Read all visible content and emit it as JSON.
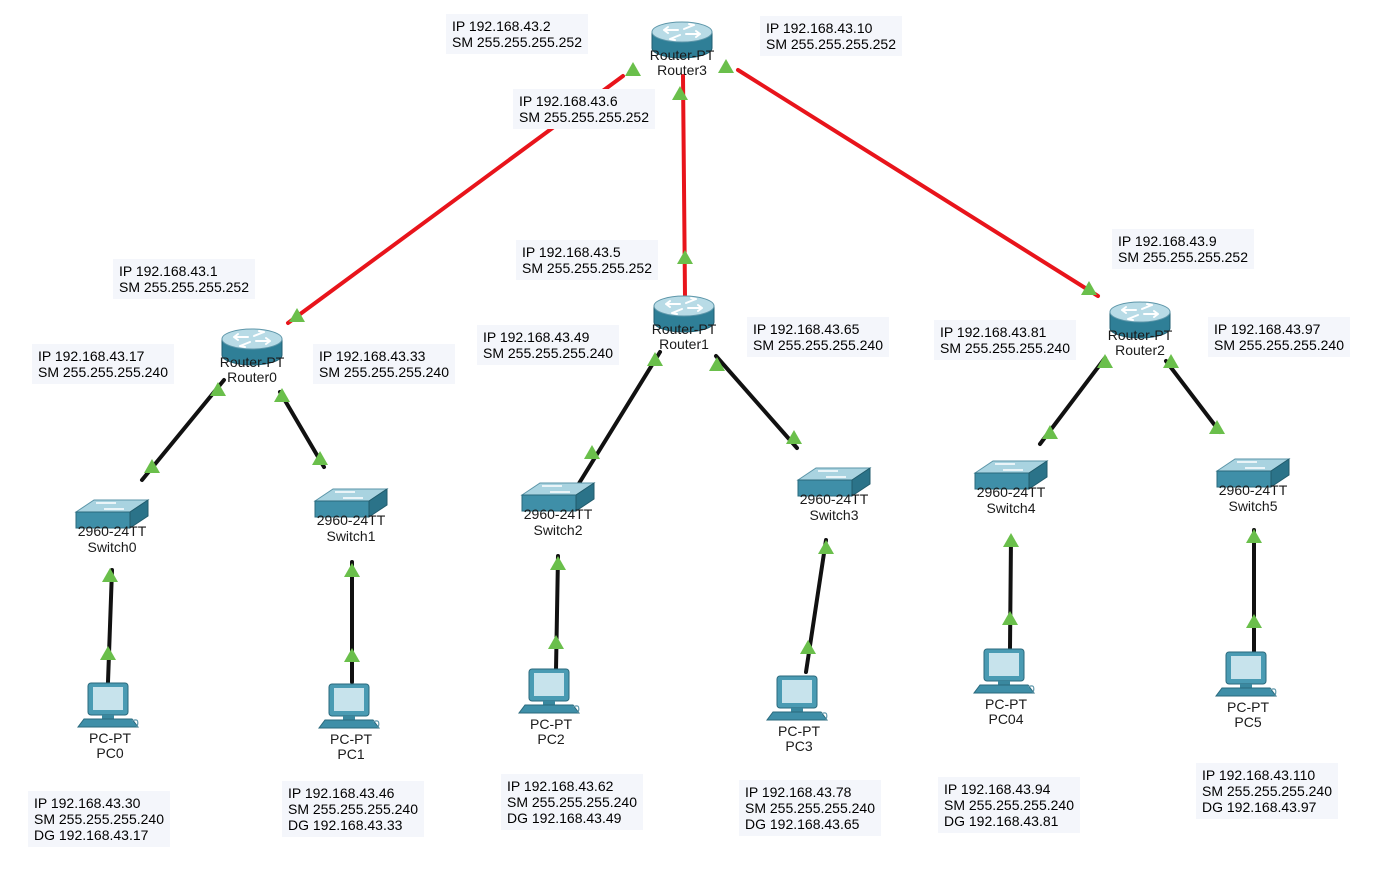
{
  "colors": {
    "serial_link": "#e8141b",
    "ethernet_link": "#111111",
    "port_up": "#6abf4b",
    "device_blue": "#3f8fa8"
  },
  "devices": [
    {
      "id": "router3",
      "kind": "router",
      "model": "Router-PT",
      "name": "Router3"
    },
    {
      "id": "router0",
      "kind": "router",
      "model": "Router-PT",
      "name": "Router0"
    },
    {
      "id": "router1",
      "kind": "router",
      "model": "Router-PT",
      "name": "Router1"
    },
    {
      "id": "router2",
      "kind": "router",
      "model": "Router-PT",
      "name": "Router2"
    },
    {
      "id": "switch0",
      "kind": "switch",
      "model": "2960-24TT",
      "name": "Switch0"
    },
    {
      "id": "switch1",
      "kind": "switch",
      "model": "2960-24TT",
      "name": "Switch1"
    },
    {
      "id": "switch2",
      "kind": "switch",
      "model": "2960-24TT",
      "name": "Switch2"
    },
    {
      "id": "switch3",
      "kind": "switch",
      "model": "2960-24TT",
      "name": "Switch3"
    },
    {
      "id": "switch4",
      "kind": "switch",
      "model": "2960-24TT",
      "name": "Switch4"
    },
    {
      "id": "switch5",
      "kind": "switch",
      "model": "2960-24TT",
      "name": "Switch5"
    },
    {
      "id": "pc0",
      "kind": "pc",
      "model": "PC-PT",
      "name": "PC0"
    },
    {
      "id": "pc1",
      "kind": "pc",
      "model": "PC-PT",
      "name": "PC1"
    },
    {
      "id": "pc2",
      "kind": "pc",
      "model": "PC-PT",
      "name": "PC2"
    },
    {
      "id": "pc3",
      "kind": "pc",
      "model": "PC-PT",
      "name": "PC3"
    },
    {
      "id": "pc04",
      "kind": "pc",
      "model": "PC-PT",
      "name": "PC04"
    },
    {
      "id": "pc5",
      "kind": "pc",
      "model": "PC-PT",
      "name": "PC5"
    }
  ],
  "links": [
    {
      "from": "router3",
      "to": "router0",
      "type": "serial"
    },
    {
      "from": "router3",
      "to": "router1",
      "type": "serial"
    },
    {
      "from": "router3",
      "to": "router2",
      "type": "serial"
    },
    {
      "from": "router0",
      "to": "switch0",
      "type": "ethernet"
    },
    {
      "from": "router0",
      "to": "switch1",
      "type": "ethernet"
    },
    {
      "from": "router1",
      "to": "switch2",
      "type": "ethernet"
    },
    {
      "from": "router1",
      "to": "switch3",
      "type": "ethernet"
    },
    {
      "from": "router2",
      "to": "switch4",
      "type": "ethernet"
    },
    {
      "from": "router2",
      "to": "switch5",
      "type": "ethernet"
    },
    {
      "from": "switch0",
      "to": "pc0",
      "type": "ethernet"
    },
    {
      "from": "switch1",
      "to": "pc1",
      "type": "ethernet"
    },
    {
      "from": "switch2",
      "to": "pc2",
      "type": "ethernet"
    },
    {
      "from": "switch3",
      "to": "pc3",
      "type": "ethernet"
    },
    {
      "from": "switch4",
      "to": "pc04",
      "type": "ethernet"
    },
    {
      "from": "switch5",
      "to": "pc5",
      "type": "ethernet"
    }
  ],
  "notes": [
    {
      "id": "r3-to-r0",
      "lines": [
        "IP 192.168.43.2",
        "SM 255.255.255.252"
      ]
    },
    {
      "id": "r3-to-r2",
      "lines": [
        "IP 192.168.43.10",
        "SM 255.255.255.252"
      ]
    },
    {
      "id": "r3-to-r1",
      "lines": [
        "IP 192.168.43.6",
        "SM 255.255.255.252"
      ]
    },
    {
      "id": "r1-to-r3",
      "lines": [
        "IP 192.168.43.5",
        "SM 255.255.255.252"
      ]
    },
    {
      "id": "r2-to-r3",
      "lines": [
        "IP 192.168.43.9",
        "SM 255.255.255.252"
      ]
    },
    {
      "id": "r0-to-r3",
      "lines": [
        "IP 192.168.43.1",
        "SM 255.255.255.252"
      ]
    },
    {
      "id": "r0-lan-sw0",
      "lines": [
        "IP 192.168.43.17",
        "SM 255.255.255.240"
      ]
    },
    {
      "id": "r0-lan-sw1",
      "lines": [
        "IP 192.168.43.33",
        "SM 255.255.255.240"
      ]
    },
    {
      "id": "r1-lan-sw2",
      "lines": [
        "IP 192.168.43.49",
        "SM 255.255.255.240"
      ]
    },
    {
      "id": "r1-lan-sw3",
      "lines": [
        "IP 192.168.43.65",
        "SM 255.255.255.240"
      ]
    },
    {
      "id": "r2-lan-sw4",
      "lines": [
        "IP 192.168.43.81",
        "SM 255.255.255.240"
      ]
    },
    {
      "id": "r2-lan-sw5",
      "lines": [
        "IP 192.168.43.97",
        "SM 255.255.255.240"
      ]
    },
    {
      "id": "pc0-config",
      "lines": [
        "IP 192.168.43.30",
        "SM 255.255.255.240",
        "DG 192.168.43.17"
      ]
    },
    {
      "id": "pc1-config",
      "lines": [
        "IP 192.168.43.46",
        "SM 255.255.255.240",
        "DG 192.168.43.33"
      ]
    },
    {
      "id": "pc2-config",
      "lines": [
        "IP 192.168.43.62",
        "SM 255.255.255.240",
        "DG 192.168.43.49"
      ]
    },
    {
      "id": "pc3-config",
      "lines": [
        "IP 192.168.43.78",
        "SM 255.255.255.240",
        "DG 192.168.43.65"
      ]
    },
    {
      "id": "pc04-config",
      "lines": [
        "IP 192.168.43.94",
        "SM 255.255.255.240",
        "DG 192.168.43.81"
      ]
    },
    {
      "id": "pc5-config",
      "lines": [
        "IP 192.168.43.110",
        "SM 255.255.255.240",
        "DG 192.168.43.97"
      ]
    }
  ]
}
